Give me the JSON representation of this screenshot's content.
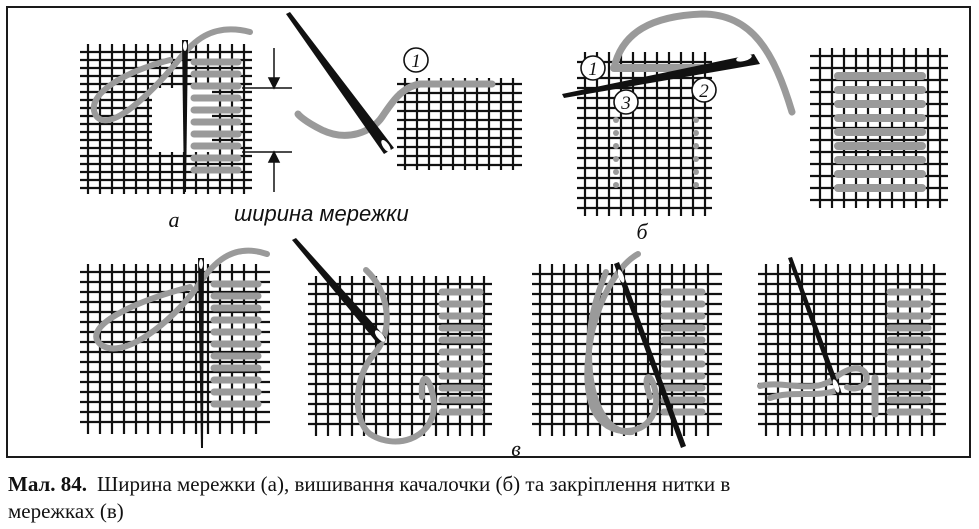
{
  "figure": {
    "panel_labels": {
      "a": "а",
      "b": "б",
      "v": "в"
    },
    "width_label": "ширина мережки",
    "markers": [
      "1",
      "2",
      "3"
    ],
    "colors": {
      "grid": "#111111",
      "thread": "#9a9a9a",
      "needle": "#111111",
      "paper": "#ffffff"
    }
  },
  "caption": {
    "number": "Мал. 84.",
    "line1": "Ширина мережки (а), вишивання качалочки (б) та закріплення нитки в",
    "line2": "мережках (в)"
  }
}
